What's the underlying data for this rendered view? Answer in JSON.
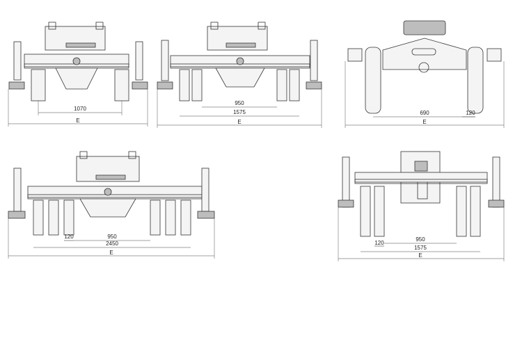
{
  "drawings": [
    {
      "id": "view-1",
      "dims": [
        "1070",
        "E"
      ]
    },
    {
      "id": "view-2",
      "dims": [
        "950",
        "1575",
        "E"
      ]
    },
    {
      "id": "view-3",
      "dims": [
        "690",
        "120",
        "E"
      ]
    },
    {
      "id": "view-4",
      "dims": [
        "120",
        "950",
        "2450",
        "E"
      ]
    },
    {
      "id": "view-5",
      "dims": [
        "950",
        "120",
        "1575",
        "E"
      ]
    }
  ],
  "nameplate": "",
  "colors": {
    "line": "#333333",
    "fill": "#f4f4f4",
    "dark": "#bdbdbd",
    "background": "#ffffff"
  }
}
